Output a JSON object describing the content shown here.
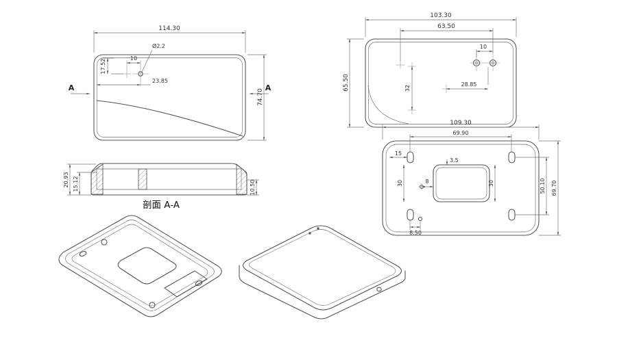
{
  "front": {
    "width": "114.30",
    "height": "74.70",
    "hole_pitch": "10",
    "hole_top": "17.52",
    "hole_left": "23.85",
    "hole_dia": "Ø2.2",
    "cut_left": "A",
    "cut_right": "A"
  },
  "top": {
    "width": "103.30",
    "hole_span": "63.50",
    "hole_pitch": "10",
    "height": "65.50",
    "boss_span": "32",
    "boss_offset": "28.85"
  },
  "section": {
    "title": "剖面 A-A",
    "outer_h": "20.93",
    "inner_h": "15.12",
    "right_h": "10.50"
  },
  "bottom": {
    "width": "109.30",
    "slot_span": "69.90",
    "slot_inset": "15",
    "rib": "3.5",
    "left_h": "30",
    "hole_off": "8",
    "cutout_h": "30",
    "slot_v_span": "50.10",
    "height": "69.70",
    "hole_bottom": "8.50"
  }
}
